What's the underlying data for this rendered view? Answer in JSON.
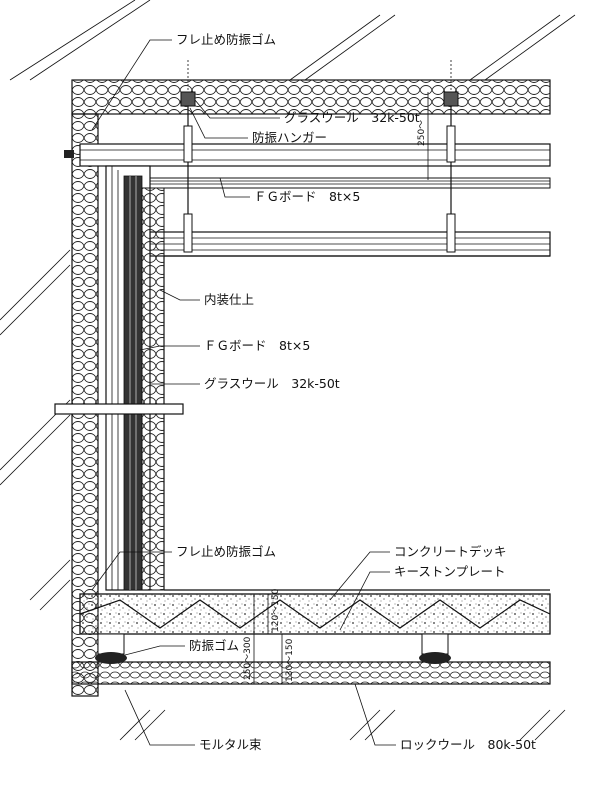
{
  "labels": {
    "anti_sway_rubber_top": "フレ止め防振ゴム",
    "glass_wool_ceiling": "グラスウール　32k-50t",
    "isolation_hanger": "防振ハンガー",
    "fg_board_ceiling": "ＦＧボード　8t×5",
    "interior_finish": "内装仕上",
    "fg_board_wall": "ＦＧボード　8t×5",
    "glass_wool_wall": "グラスウール　32k-50t",
    "anti_sway_rubber_bottom": "フレ止め防振ゴム",
    "concrete_deck": "コンクリートデッキ",
    "keystone_plate": "キーストンプレート",
    "isolation_rubber": "防振ゴム",
    "mortar_bundle": "モルタル束",
    "rock_wool": "ロックウール　80k-50t"
  },
  "dimensions": {
    "hanger_gap": "250〜",
    "floor_total": "250〜300",
    "deck": "120〜150",
    "lower": "130〜150"
  }
}
